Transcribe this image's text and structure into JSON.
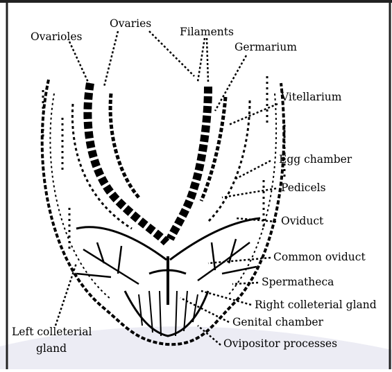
{
  "labels": {
    "ovarioles": "Ovarioles",
    "ovaries": "Ovaries",
    "filaments": "Filaments",
    "germarium": "Germarium",
    "vitellarium": "Vitellarium",
    "egg_chamber": "Egg chamber",
    "pedicels": "Pedicels",
    "oviduct": "Oviduct",
    "common_oviduct": "Common oviduct",
    "spermatheca": "Spermatheca",
    "right_colleterial_gland": "Right colleterial gland",
    "genital_chamber": "Genital chamber",
    "left_colleterial_gland_line1": "Left colleterial",
    "left_colleterial_gland_line2": "gland",
    "ovipositor_processes": "Ovipositor processes"
  },
  "colors": {
    "ink": "#000000",
    "background": "#ffffff",
    "frame": "#222222",
    "watermark": "#e6e6f2"
  }
}
